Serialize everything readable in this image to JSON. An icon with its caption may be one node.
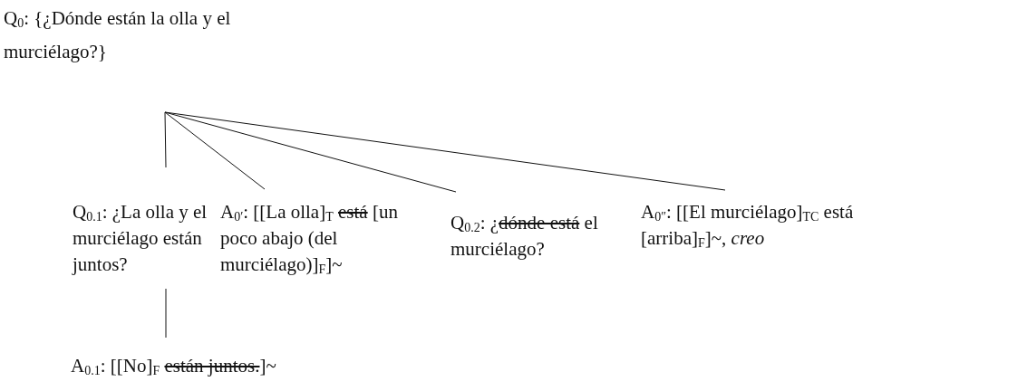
{
  "diagram": {
    "nodes": [
      {
        "text": [
          "Q$_{0}$: {¿Dónde están la olla y el murciélago?}"
        ]
      },
      {
        "text": [
          "Q$_{0.1}$: ¿La olla y el murciélago están juntos?"
        ]
      },
      {
        "text": [
          "A$_{0′}$: [[La olla]$_{T}$ está [un poco abajo (del murciélago)]$_{F}$]~"
        ]
      },
      {
        "text": [
          "Q$_{0.2}$: ¿dónde está el murciélago?"
        ]
      },
      {
        "text": [
          "A$_{0″}$: [[El murciélago]$_{TC}$ está [arriba]$_{F}$]~, *creo*"
        ]
      },
      {
        "text": [
          "A$_{0.1}$: [[No]$_{F}$ están juntos.]~"
        ]
      }
    ],
    "edges": [
      {
        "from": 0,
        "to": 1,
        "arrow": "none"
      },
      {
        "from": 0,
        "to": 2,
        "arrow": "none"
      },
      {
        "from": 0,
        "to": 3,
        "arrow": "none"
      },
      {
        "from": 0,
        "to": 4,
        "arrow": "none"
      },
      {
        "from": 1,
        "to": 5,
        "arrow": "none"
      }
    ]
  }
}
